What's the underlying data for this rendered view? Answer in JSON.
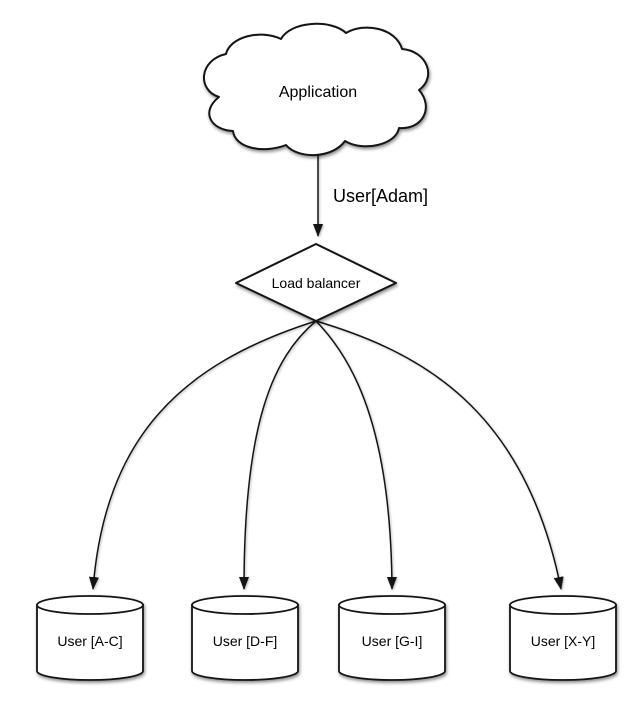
{
  "diagram": {
    "nodes": {
      "application": {
        "label": "Application",
        "shape": "cloud"
      },
      "load_balancer": {
        "label": "Load balancer",
        "shape": "diamond"
      },
      "shards": [
        {
          "label": "User [A-C]",
          "shape": "cylinder"
        },
        {
          "label": "User [D-F]",
          "shape": "cylinder"
        },
        {
          "label": "User [G-I]",
          "shape": "cylinder"
        },
        {
          "label": "User [X-Y]",
          "shape": "cylinder"
        }
      ]
    },
    "edges": {
      "app_to_lb": {
        "label": "User[Adam]"
      }
    },
    "colors": {
      "stroke": "#141414",
      "fill": "#ffffff",
      "background": "#ffffff",
      "text": "#000000"
    }
  }
}
